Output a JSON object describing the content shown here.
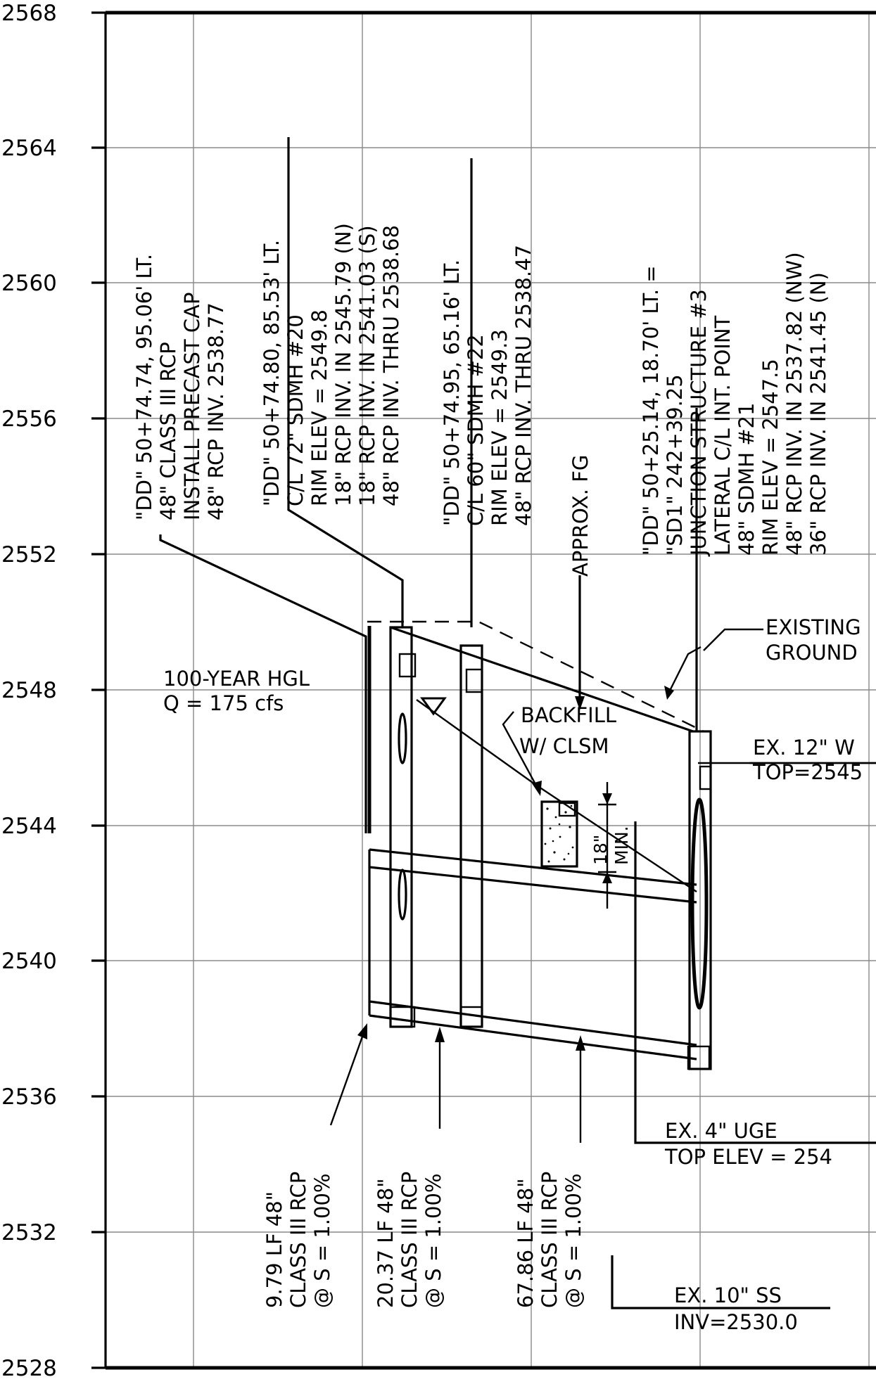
{
  "elevations": [
    "2568",
    "2564",
    "2560",
    "2556",
    "2552",
    "2548",
    "2544",
    "2540",
    "2536",
    "2532",
    "2528"
  ],
  "vertical_notes": {
    "note1": [
      "\"DD\" 50+74.74, 95.06' LT.",
      "48\" CLASS III RCP",
      "INSTALL PRECAST CAP",
      "48\" RCP INV. 2538.77"
    ],
    "note2": [
      "\"DD\" 50+74.80, 85.53' LT.",
      "C/L 72\" SDMH #20",
      "RIM ELEV = 2549.8",
      "18\" RCP INV. IN 2545.79 (N)",
      "18\" RCP INV. IN 2541.03 (S)",
      "48\" RCP INV. THRU 2538.68"
    ],
    "note3": [
      "\"DD\" 50+74.95, 65.16' LT.",
      "C/L 60\" SDMH #22",
      "RIM ELEV = 2549.3",
      "48\" RCP INV. THRU 2538.47"
    ],
    "note4": [
      "APPROX. FG"
    ],
    "note5": [
      "\"DD\" 50+25.14, 18.70' LT. =",
      "\"SD1\" 242+39.25",
      "JUNCTION STRUCTURE #3",
      "LATERAL C/L INT. POINT",
      "48\" SDMH #21",
      "RIM ELEV = 2547.5",
      "48\" RCP INV. IN 2537.82 (NW)",
      "36\" RCP INV. IN 2541.45 (N)"
    ],
    "pipe1": [
      "9.79 LF 48\"",
      "CLASS III RCP",
      "@ S = 1.00%"
    ],
    "pipe2": [
      "20.37 LF 48\"",
      "CLASS III RCP",
      "@ S = 1.00%"
    ],
    "pipe3": [
      "67.86 LF 48\"",
      "CLASS III RCP",
      "@ S = 1.00%"
    ],
    "min18": [
      "18\"",
      "MIN."
    ]
  },
  "labels": {
    "hgl_title": "100-YEAR HGL",
    "hgl_q": "Q = 175 cfs",
    "existing_ground_1": "EXISTING",
    "existing_ground_2": "GROUND",
    "backfill_1": "BACKFILL",
    "backfill_2": "W/ CLSM",
    "ex_w_1": "EX. 12\" W",
    "ex_w_2": "TOP=2545",
    "ex_uge_1": "EX. 4\" UGE",
    "ex_uge_2": "TOP ELEV = 254",
    "ex_ss_1": "EX. 10\" SS",
    "ex_ss_2": "INV=2530.0"
  }
}
